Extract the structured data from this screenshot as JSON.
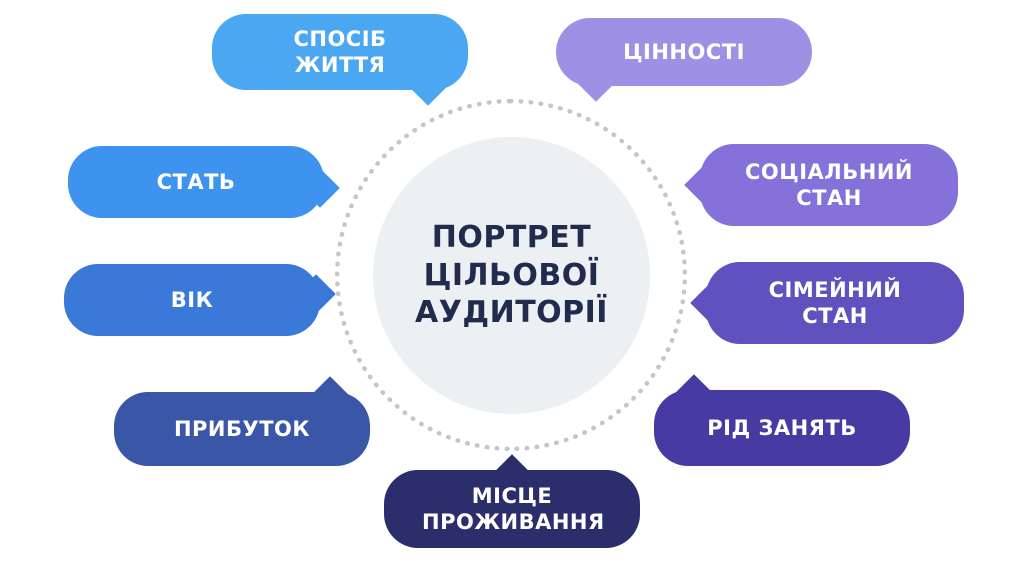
{
  "center": {
    "title": "ПОРТРЕТ ЦІЛЬОВОЇ АУДИТОРІЇ"
  },
  "bubbles": [
    {
      "id": "lifestyle",
      "label": "СПОСІБ ЖИТТЯ",
      "color": "#4BA7F1"
    },
    {
      "id": "values",
      "label": "ЦІННОСТІ",
      "color": "#9E90E4"
    },
    {
      "id": "gender",
      "label": "СТАТЬ",
      "color": "#3D93EE"
    },
    {
      "id": "social-status",
      "label": "СОЦІАЛЬНИЙ СТАН",
      "color": "#8471D9"
    },
    {
      "id": "age",
      "label": "ВІК",
      "color": "#3B79D8"
    },
    {
      "id": "marital-status",
      "label": "СІМЕЙНИЙ СТАН",
      "color": "#6052BE"
    },
    {
      "id": "income",
      "label": "ПРИБУТОК",
      "color": "#3A56A6"
    },
    {
      "id": "occupation",
      "label": "РІД ЗАНЯТЬ",
      "color": "#453BA2"
    },
    {
      "id": "residence",
      "label": "МІСЦЕ ПРОЖИВАННЯ",
      "color": "#2C2E6C"
    }
  ],
  "colors": {
    "background": "#FFFFFF",
    "center_circle_fill": "#EDF0F3",
    "dotted_ring": "#C3C7CD",
    "title_text": "#202B4E",
    "bubble_text": "#FFFFFF"
  }
}
